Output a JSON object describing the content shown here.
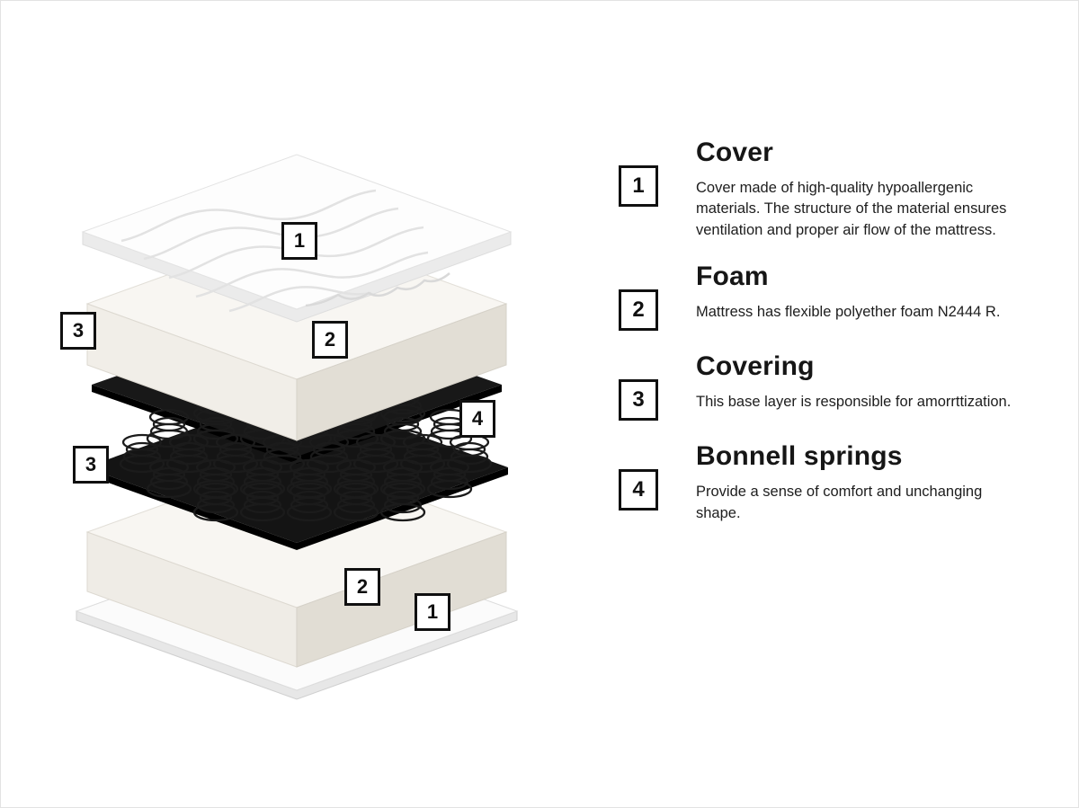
{
  "diagram": {
    "badges": [
      {
        "n": "1"
      },
      {
        "n": "2"
      },
      {
        "n": "3"
      },
      {
        "n": "4"
      },
      {
        "n": "3"
      },
      {
        "n": "2"
      },
      {
        "n": "1"
      }
    ]
  },
  "legend": {
    "items": [
      {
        "number": "1",
        "title": "Cover",
        "description": "Cover made of high-quality hypoallergenic materials. The structure of the material ensures ventilation and proper air flow of the mattress."
      },
      {
        "number": "2",
        "title": "Foam",
        "description": "Mattress has flexible polyether foam N2444 R."
      },
      {
        "number": "3",
        "title": "Covering",
        "description": "This base layer is responsible for amorrttization."
      },
      {
        "number": "4",
        "title": "Bonnell springs",
        "description": "Provide a sense of comfort and unchanging shape."
      }
    ]
  }
}
